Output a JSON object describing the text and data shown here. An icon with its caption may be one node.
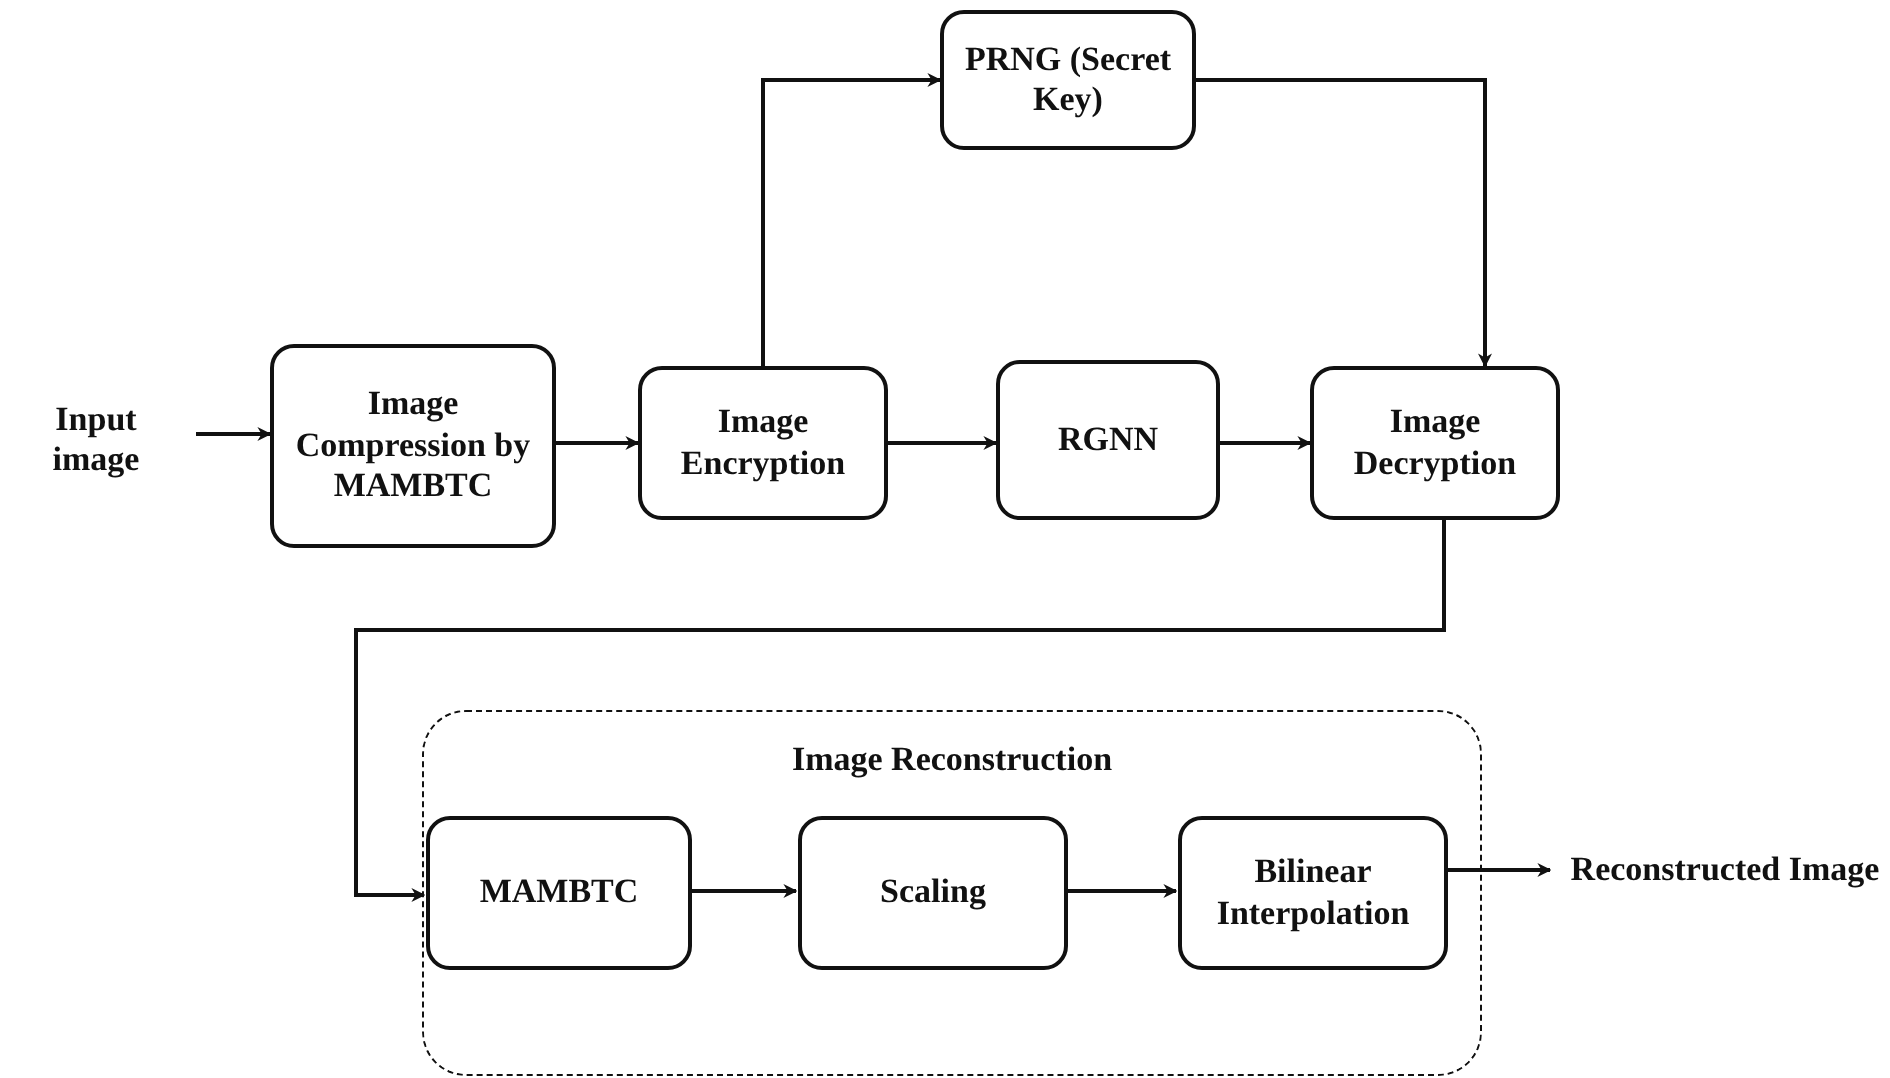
{
  "diagram": {
    "nodes": [
      {
        "text": [
          "Input image"
        ]
      },
      {
        "text": [
          "Image Compression by MAMBTC"
        ]
      },
      {
        "text": [
          "Image Encryption"
        ]
      },
      {
        "text": [
          "PRNG (Secret Key)"
        ]
      },
      {
        "text": [
          "RGNN"
        ]
      },
      {
        "text": [
          "Image Decryption"
        ]
      },
      {
        "text": [
          "Image Reconstruction"
        ]
      },
      {
        "text": [
          "MAMBTC"
        ],
        "in": 6
      },
      {
        "text": [
          "Scaling"
        ],
        "in": 6
      },
      {
        "text": [
          "Bilinear Interpolation"
        ],
        "in": 6
      },
      {
        "text": [
          "Reconstructed Image"
        ]
      }
    ],
    "edges": [
      {
        "from": 0,
        "to": 1,
        "arrow": "to"
      },
      {
        "from": 1,
        "to": 2,
        "arrow": "to"
      },
      {
        "from": 2,
        "to": 3,
        "arrow": "to"
      },
      {
        "from": 2,
        "to": 4,
        "arrow": "to"
      },
      {
        "from": 4,
        "to": 5,
        "arrow": "to"
      },
      {
        "from": 3,
        "to": 5,
        "arrow": "to"
      },
      {
        "from": 5,
        "to": 7,
        "arrow": "to"
      },
      {
        "from": 7,
        "to": 8,
        "arrow": "to"
      },
      {
        "from": 8,
        "to": 9,
        "arrow": "to"
      },
      {
        "from": 9,
        "to": 10,
        "arrow": "to"
      }
    ]
  }
}
